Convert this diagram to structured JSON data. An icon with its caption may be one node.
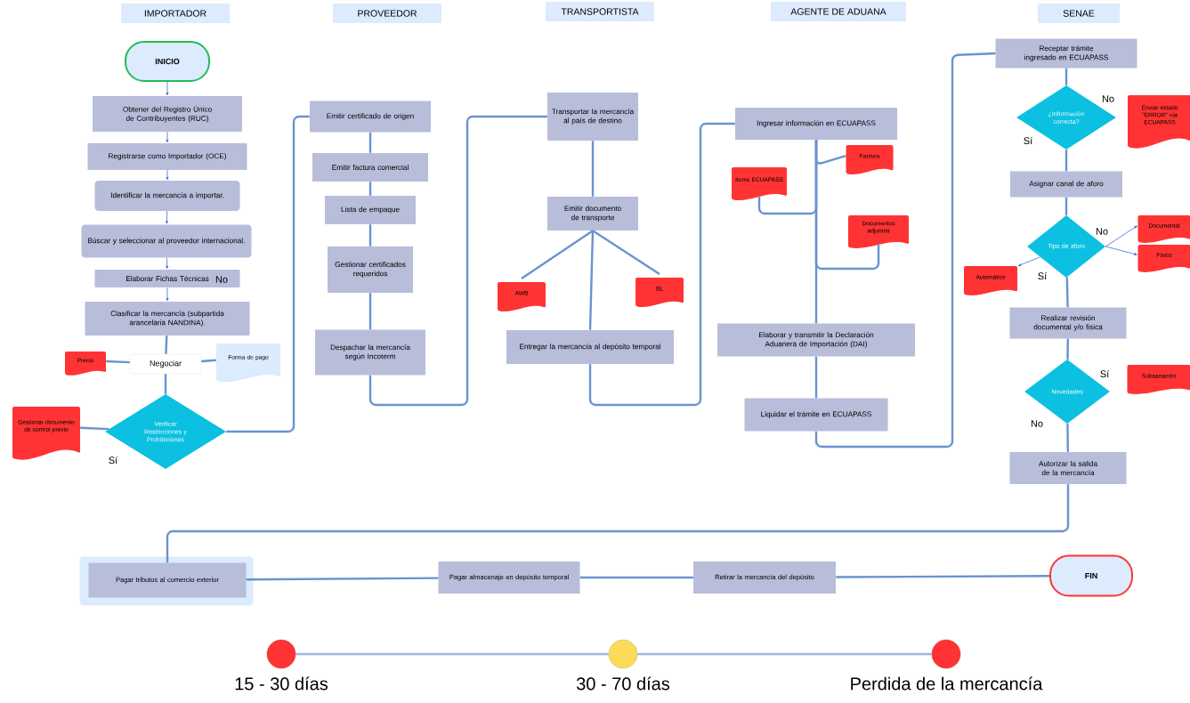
{
  "diagram": {
    "nodes": [
      {
        "text": [
          "IMPORTADOR"
        ]
      },
      {
        "text": [
          "PROVEEDOR"
        ]
      },
      {
        "text": [
          "TRANSPORTISTA"
        ]
      },
      {
        "text": [
          "AGENTE DE ADUANA"
        ]
      },
      {
        "text": [
          "SENAE"
        ]
      },
      {
        "text": [
          "INICIO"
        ]
      },
      {
        "text": [
          "Obtener del Registro Único de Contribuyentes (RUC)"
        ]
      },
      {
        "text": [
          "Registrarse como Importador (OCE)"
        ]
      },
      {
        "text": [
          "Identificar la mercancía a importar."
        ]
      },
      {
        "text": [
          "Búscar y seleccionar al proveedor internacional."
        ]
      },
      {
        "text": [
          "Elaborar Fichas Técnicas"
        ]
      },
      {
        "text": [
          "Clasificar la mercancía (subpartida arancelaria NANDINA)."
        ]
      },
      {
        "text": [
          "Negociar"
        ]
      },
      {
        "text": [
          "Precio"
        ]
      },
      {
        "text": [
          "Forma de pago"
        ]
      },
      {
        "text": [
          "Verificar Restricciones y Prohibiciones"
        ]
      },
      {
        "text": [
          "Gestionar documento de control previo"
        ]
      },
      {
        "text": [
          "Emitir certificado de origen"
        ]
      },
      {
        "text": [
          "Emitir factura comercial"
        ]
      },
      {
        "text": [
          "Lista de empaque"
        ]
      },
      {
        "text": [
          "Gestionar certificados requeridos"
        ]
      },
      {
        "text": [
          "Despachar la mercancía según Incoterm"
        ]
      },
      {
        "text": [
          "Transportar la mercancía al país de destino"
        ]
      },
      {
        "text": [
          "Emitir documento de transporte"
        ]
      },
      {
        "text": [
          "AWB"
        ]
      },
      {
        "text": [
          "BL"
        ]
      },
      {
        "text": [
          "Entregar la mercancía al depósito temporal"
        ]
      },
      {
        "text": [
          "Ingresar información en ECUAPASS"
        ]
      },
      {
        "text": [
          "Factura"
        ]
      },
      {
        "text": [
          "Items ECUAPASS"
        ]
      },
      {
        "text": [
          "Documentos adjuntos"
        ]
      },
      {
        "text": [
          "Elaborar y transmitir la Declaración Aduanera de Importación (DAI)"
        ]
      },
      {
        "text": [
          "Liquidar el trámite en ECUAPASS"
        ]
      },
      {
        "text": [
          "Receptar trámite ingresado en ECUAPASS"
        ]
      },
      {
        "text": [
          "¿Información correcta?"
        ]
      },
      {
        "text": [
          "Enviar estado \"ERROR\" vía ECUAPASS"
        ]
      },
      {
        "text": [
          "Asignar canal de aforo"
        ]
      },
      {
        "text": [
          "Tipo de aforo"
        ]
      },
      {
        "text": [
          "Documental"
        ]
      },
      {
        "text": [
          "Físico"
        ]
      },
      {
        "text": [
          "Automático"
        ]
      },
      {
        "text": [
          "Realizar revisión documental y/o fisica"
        ]
      },
      {
        "text": [
          "Novedades"
        ]
      },
      {
        "text": [
          "Subsanación"
        ]
      },
      {
        "text": [
          "Autorizar la salida de la mercancía"
        ]
      },
      {
        "text": [
          "Pagar tributos al comercio exterior"
        ]
      },
      {
        "text": [
          "Pagar almacenaje en depósito temporal"
        ]
      },
      {
        "text": [
          "Retirar la mercancía del depósito"
        ]
      },
      {
        "text": [
          "FIN"
        ]
      },
      {
        "text": [],
        "shape": "circle",
        "beside": [
          "15 - 30 días"
        ]
      },
      {
        "text": [],
        "shape": "circle",
        "beside": [
          "30 - 70 días"
        ]
      },
      {
        "text": [],
        "shape": "circle",
        "beside": [
          "Perdida de la mercancía"
        ]
      }
    ],
    "edges": [
      {
        "from": 5,
        "to": 6,
        "arrow": "to"
      },
      {
        "from": 6,
        "to": 7,
        "arrow": "to"
      },
      {
        "from": 7,
        "to": 8,
        "arrow": "to"
      },
      {
        "from": 8,
        "to": 9,
        "arrow": "to"
      },
      {
        "from": 9,
        "to": 10,
        "arrow": "to"
      },
      {
        "from": 10,
        "to": 11,
        "arrow": "to"
      },
      {
        "from": 11,
        "to": 12,
        "arrow": "none"
      },
      {
        "from": 12,
        "to": 13,
        "arrow": "none"
      },
      {
        "from": 12,
        "to": 14,
        "arrow": "none"
      },
      {
        "from": 12,
        "to": 15,
        "arrow": "none"
      },
      {
        "from": 15,
        "to": 16,
        "arrow": "none"
      },
      {
        "from": 15,
        "to": 17,
        "arrow": "none"
      },
      {
        "from": 17,
        "to": 18,
        "arrow": "none"
      },
      {
        "from": 18,
        "to": 19,
        "arrow": "none"
      },
      {
        "from": 19,
        "to": 20,
        "arrow": "none"
      },
      {
        "from": 20,
        "to": 21,
        "arrow": "none"
      },
      {
        "from": 21,
        "to": 22,
        "arrow": "none"
      },
      {
        "from": 22,
        "to": 23,
        "arrow": "none"
      },
      {
        "from": 23,
        "to": 24,
        "arrow": "none"
      },
      {
        "from": 23,
        "to": 25,
        "arrow": "none"
      },
      {
        "from": 23,
        "to": 26,
        "arrow": "none"
      },
      {
        "from": 26,
        "to": 27,
        "arrow": "none"
      },
      {
        "from": 27,
        "to": 28,
        "arrow": "none"
      },
      {
        "from": 27,
        "to": 29,
        "arrow": "none"
      },
      {
        "from": 27,
        "to": 30,
        "arrow": "none"
      },
      {
        "from": 27,
        "to": 31,
        "arrow": "none"
      },
      {
        "from": 31,
        "to": 32,
        "arrow": "none"
      },
      {
        "from": 32,
        "to": 33,
        "arrow": "none"
      },
      {
        "from": 33,
        "to": 34,
        "arrow": "none"
      },
      {
        "from": 34,
        "to": 36,
        "arrow": "none"
      },
      {
        "from": 36,
        "to": 37,
        "arrow": "none"
      },
      {
        "from": 37,
        "to": 38,
        "arrow": "to"
      },
      {
        "from": 37,
        "to": 39,
        "arrow": "to"
      },
      {
        "from": 37,
        "to": 40,
        "arrow": "to"
      },
      {
        "from": 37,
        "to": 41,
        "arrow": "none"
      },
      {
        "from": 41,
        "to": 42,
        "arrow": "none"
      },
      {
        "from": 42,
        "to": 44,
        "arrow": "none"
      },
      {
        "from": 44,
        "to": 45,
        "arrow": "none"
      },
      {
        "from": 45,
        "to": 46,
        "arrow": "none"
      },
      {
        "from": 46,
        "to": 47,
        "arrow": "none"
      },
      {
        "from": 47,
        "to": 48,
        "arrow": "none"
      },
      {
        "from": 49,
        "to": 50,
        "arrow": "none",
        "color": "#9db8e0"
      },
      {
        "from": 50,
        "to": 51,
        "arrow": "none",
        "color": "#9db8e0"
      }
    ],
    "labels": [
      "No",
      "Sí",
      "No",
      "Sí",
      "No",
      "Sí",
      "Sí",
      "No"
    ]
  }
}
